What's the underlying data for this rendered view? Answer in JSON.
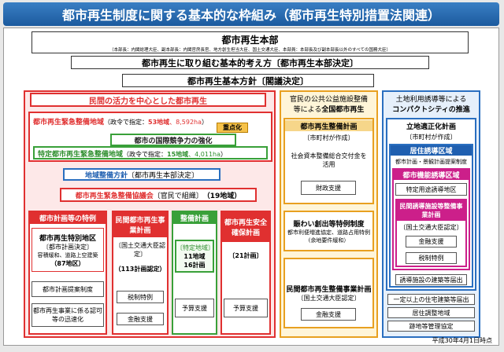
{
  "title": "都市再生制度に関する基本的な枠組み（都市再生特別措置法関連）",
  "hq": {
    "title": "都市再生本部",
    "members": "（本部長：内閣総理大臣、副本部長：内閣官房長官、地方創生担当大臣、国土交通大臣、本部員：本部長及び副本部長以外のすべての国務大臣）"
  },
  "basic_approach": "都市再生に取り組む基本的考え方〔都市再生本部決定〕",
  "basic_policy": "都市再生基本方針〔閣議決定〕",
  "left": {
    "header": "民間の活力を中心とした都市再生",
    "urgent": {
      "name": "都市再生緊急整備地域",
      "detail": "（政令で指定：",
      "count": "53地域",
      "area": "8,592ha",
      "close": "）"
    },
    "priority_badge": "重点化",
    "intl": "都市の国際競争力の強化",
    "special": {
      "name": "特定都市再生緊急整備地域",
      "detail": "（政令で指定：",
      "count": "15地域",
      "area": "4,011ha",
      "close": "）"
    },
    "regional_plan": {
      "name": "地域整備方針",
      "detail": "〔都市再生本部決定〕"
    },
    "council": {
      "name": "都市再生緊急整備協議会",
      "detail": "〔官民で組織〕",
      "count": "（19地域）"
    },
    "col1": {
      "header": "都市計画等の特例",
      "sub_title": "都市再生特別地区",
      "sub_detail1": "〔都市計画決定〕",
      "sub_detail2": "容積緩和、道路上空建築",
      "sub_count": "（87地区）",
      "item1": "都市計画提案制度",
      "item2": "都市再生事業に係る認可等の迅速化"
    },
    "col2": {
      "header": "民間都市再生事業計画",
      "detail": "〔国土交通大臣認定〕",
      "count": "（113計画認定）",
      "item1": "税制特例",
      "item2": "金融支援"
    },
    "col3": {
      "header": "整備計画",
      "sub_title": "〔特定地域〕",
      "sub_count1": "11地域",
      "sub_count2": "16計画",
      "item1": "予算支援"
    },
    "col4": {
      "header": "都市再生安全確保計画",
      "count": "〔21計画〕",
      "item1": "予算支援"
    }
  },
  "middle": {
    "header1": "官民の公共公益施設整備",
    "header2": "等による",
    "header2b": "全国都市再生",
    "plan_title": "都市再生整備計画",
    "plan_detail": "〔市町村が作成〕",
    "grant": "社会資本整備総合交付金を活用",
    "finance": "財政支援",
    "lively_title": "賑わい創出等特例制度",
    "lively_detail": "都市利便増進協定、道路占用特例(余地要件緩和）",
    "private_title": "民間都市再生整備事業計画",
    "private_detail": "〔国土交通大臣認定〕",
    "private_finance": "金融支援"
  },
  "right": {
    "header1": "土地利用誘導等による",
    "header2": "コンパクトシティの推進",
    "plan_title": "立地適正化計画",
    "plan_detail": "〔市町村が作成〕",
    "residential_title": "居住誘導区域",
    "residential_detail": "都市計画・景観計画提案制度",
    "function_title": "都市機能誘導区域",
    "function_item": "特定用途誘導地区",
    "private_title": "民間誘導施設等整備事業計画",
    "private_detail": "〔国土交通大臣認定〕",
    "private_finance": "金融支援",
    "private_tax": "税制特例",
    "notify": "誘導施設の建築等届出",
    "bottom1": "一定以上の住宅建築等届出",
    "bottom2": "居住調整地域",
    "bottom3": "跡地等管理協定"
  },
  "date": "平成30年4月1日時点",
  "colors": {
    "banner": "#1b5a9e",
    "red": "#e03030",
    "orange": "#e8a020",
    "blue": "#2a6fc0",
    "green": "#39a039",
    "magenta": "#cc1f8a"
  }
}
